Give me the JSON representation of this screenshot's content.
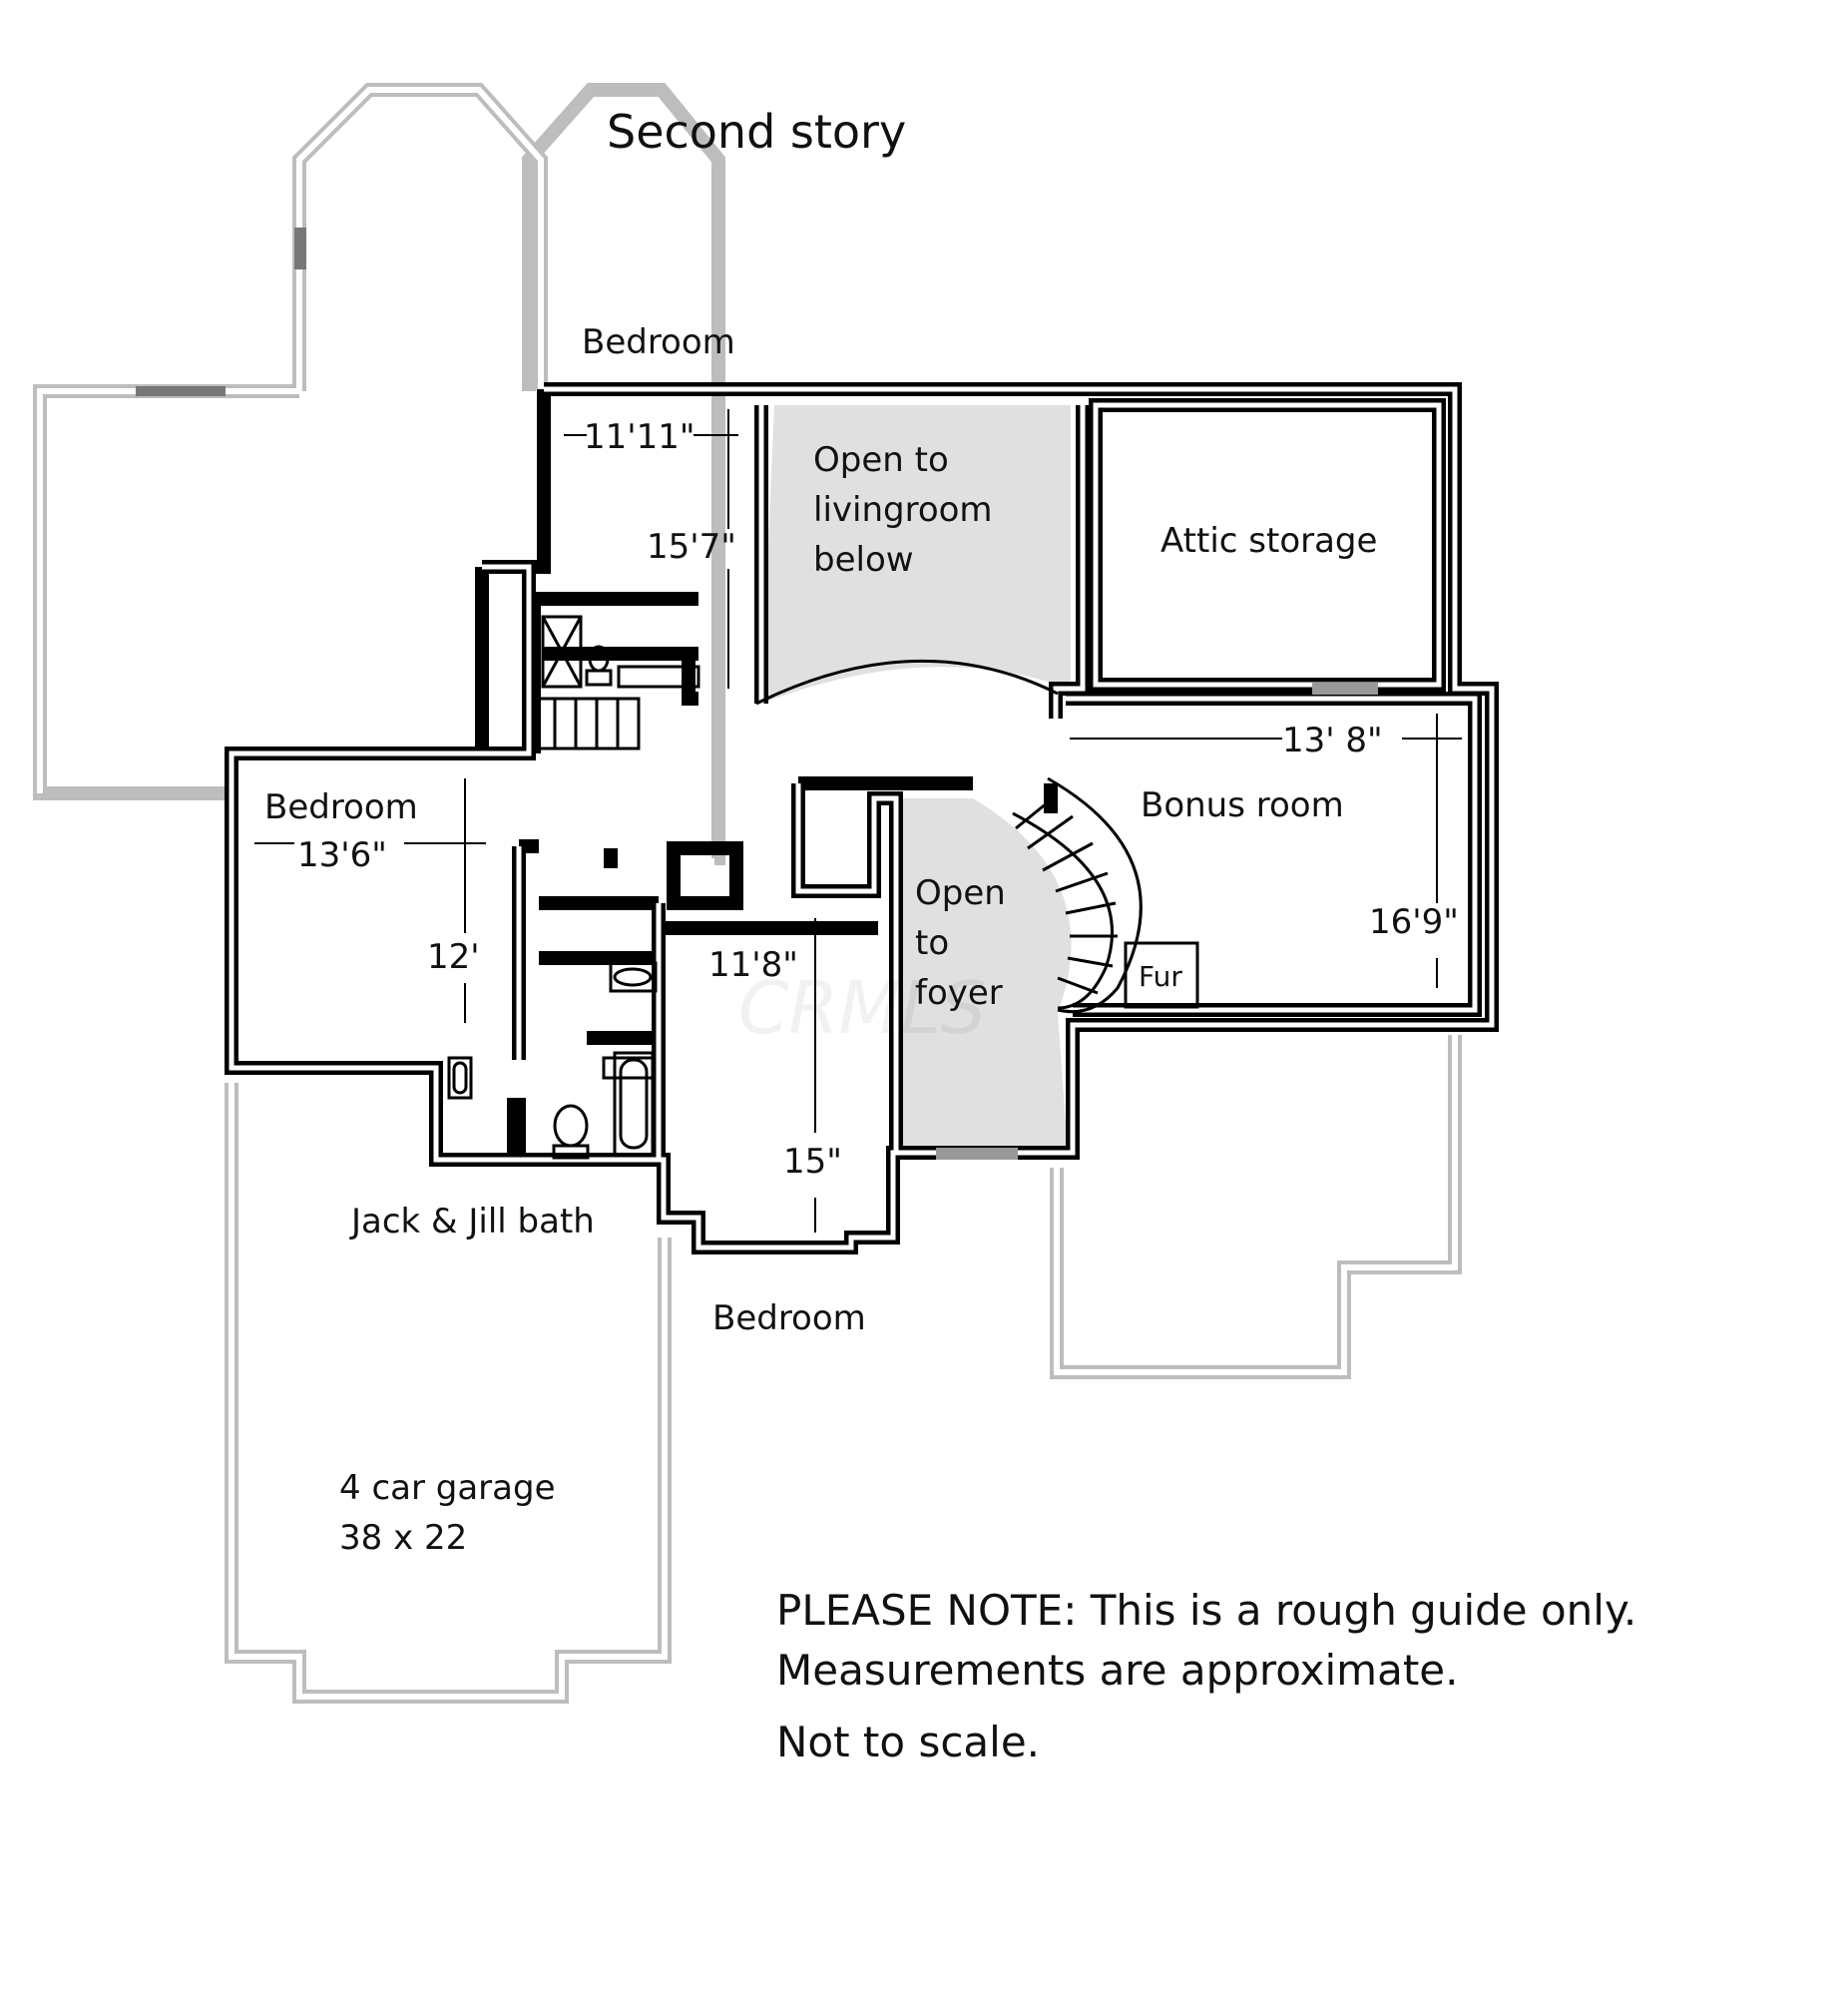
{
  "title": "Second story",
  "rooms": {
    "bedroom_top": "Bedroom",
    "open_living_1": "Open to",
    "open_living_2": "livingroom",
    "open_living_3": "below",
    "attic": "Attic storage",
    "bedroom_left": "Bedroom",
    "bonus": "Bonus room",
    "open_foyer_1": "Open",
    "open_foyer_2": "to",
    "open_foyer_3": "foyer",
    "furnace": "Fur",
    "bath": "Jack & Jill bath",
    "bedroom_bottom": "Bedroom",
    "garage_1": "4 car garage",
    "garage_2": "38 x 22"
  },
  "dimensions": {
    "d1": "11'11\"",
    "d2": "15'7\"",
    "d3": "13' 8\"",
    "d4": "13'6\"",
    "d5": "12'",
    "d6": "11'8\"",
    "d7": "16'9\"",
    "d8": "15\""
  },
  "notes": {
    "line1": "PLEASE NOTE: This is a rough guide only.",
    "line2": "Measurements are approximate.",
    "line3": "Not to scale."
  },
  "watermark": "CRMLS"
}
